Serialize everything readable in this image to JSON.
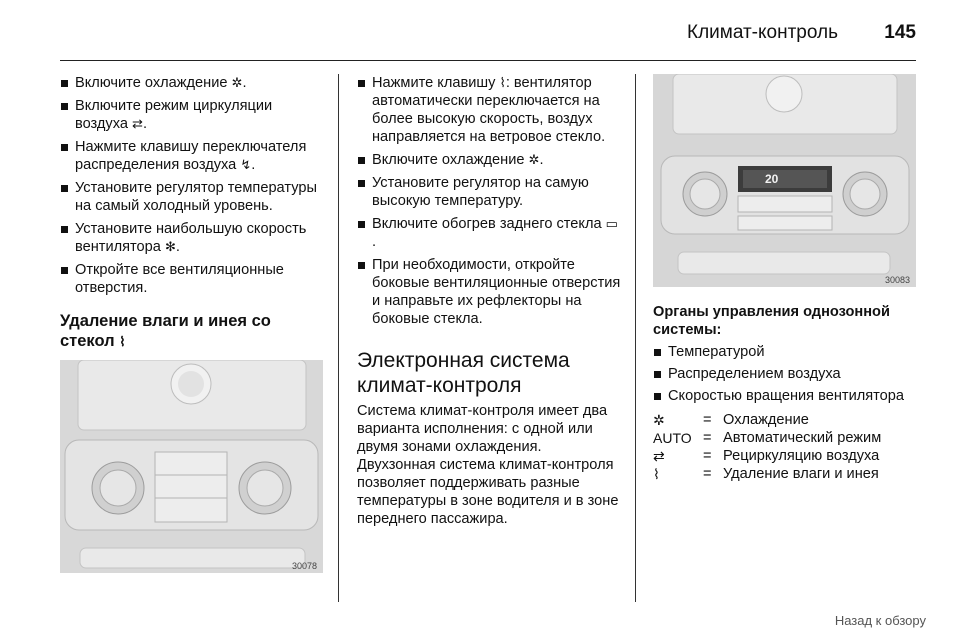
{
  "header": {
    "title": "Климат-контроль",
    "page_number": "145"
  },
  "col1": {
    "bullets": [
      {
        "text": "Включите охлаждение ",
        "icon": "✲",
        "tail": "."
      },
      {
        "text": "Включите режим циркуляции воздуха ",
        "icon": "⇄",
        "tail": "."
      },
      {
        "text": "Нажмите клавишу переключателя распределения воздуха ",
        "icon": "↯",
        "tail": "."
      },
      {
        "text": "Установите регулятор температуры на самый холодный уровень.",
        "icon": "",
        "tail": ""
      },
      {
        "text": "Установите наибольшую скорость вентилятора ",
        "icon": "✻",
        "tail": "."
      },
      {
        "text": "Откройте все вентиляционные отверстия.",
        "icon": "",
        "tail": ""
      }
    ],
    "heading": "Удаление влаги и инея со стекол",
    "heading_icon": "⌇",
    "figure_number": "30078"
  },
  "col2": {
    "bullets": [
      {
        "text": "Нажмите клавишу ",
        "icon": "⌇",
        "tail": ": вентилятор автоматически переключается на более высокую скорость, воздух направляется на ветровое стекло."
      },
      {
        "text": "Включите охлаждение ",
        "icon": "✲",
        "tail": "."
      },
      {
        "text": "Установите регулятор на самую высокую температуру.",
        "icon": "",
        "tail": ""
      },
      {
        "text": "Включите обогрев заднего стекла ",
        "icon": "▭",
        "tail": "."
      },
      {
        "text": "При необходимости, откройте боковые вентиляционные отверстия и направьте их рефлекторы на боковые стекла.",
        "icon": "",
        "tail": ""
      }
    ],
    "heading": "Электронная система климат-контроля",
    "paragraph": "Система климат-контроля имеет два варианта исполнения: с одной или двумя зонами охлаждения. Двухзонная система климат-контроля позволяет поддерживать разные температуры в зоне водителя и в зоне переднего пассажира."
  },
  "col3": {
    "figure_number": "30083",
    "display_text": "20",
    "caption": "Органы управления однозонной системы:",
    "bullets": [
      {
        "text": "Температурой"
      },
      {
        "text": "Распределением воздуха"
      },
      {
        "text": "Скоростью вращения вентилятора"
      }
    ],
    "legend": [
      {
        "symbol": "✲",
        "eq": "=",
        "text": "Охлаждение"
      },
      {
        "symbol": "AUTO",
        "eq": "=",
        "text": "Автоматический режим"
      },
      {
        "symbol": "⇄",
        "eq": "=",
        "text": "Рециркуляцию воздуха"
      },
      {
        "symbol": "⌇",
        "eq": "=",
        "text": "Удаление влаги и инея"
      }
    ]
  },
  "footer": {
    "link": "Назад к обзору"
  }
}
